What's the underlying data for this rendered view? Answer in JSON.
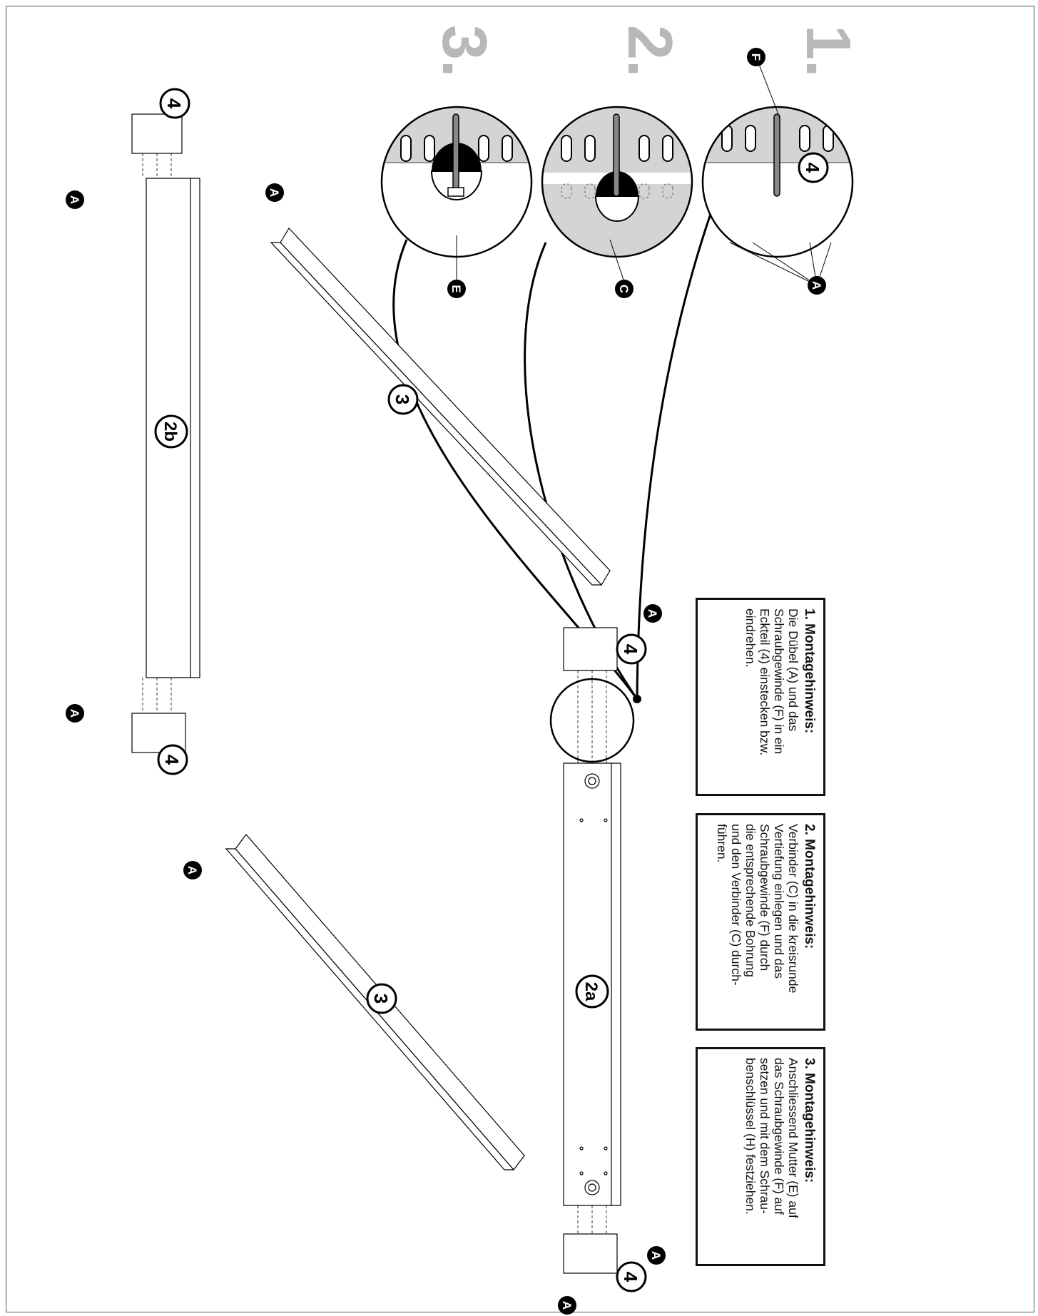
{
  "steps": [
    {
      "number": "1.",
      "heading": "1. Montagehinweis:",
      "text": "Die Dübel (A) und das\nSchraubgewinde (F) in ein\nEckteil (4) einstecken bzw.\neindrehen."
    },
    {
      "number": "2.",
      "heading": "2. Montagehinweis:",
      "text": "Verbinder (C) in die kreisrunde\nVertiefung einlegen und das\nSchraubgewinde (F) durch\ndie entsprechende Bohrung\nund den Verbinder (C) durch-\nführen."
    },
    {
      "number": "3.",
      "heading": "3. Montagehinweis:",
      "text": "Anschliessend Mutter (E) auf\ndas Schraubgewinde (F) auf\nsetzen und mit dem Schrau-\nbenschlüssel (H) festziehen."
    }
  ],
  "parts": {
    "corner": "4",
    "side_rail_a": "2a",
    "side_rail_b": "2b",
    "cross_rail": "3",
    "dowel": "A",
    "threaded_rod": "F",
    "connector": "C",
    "nut": "E"
  }
}
